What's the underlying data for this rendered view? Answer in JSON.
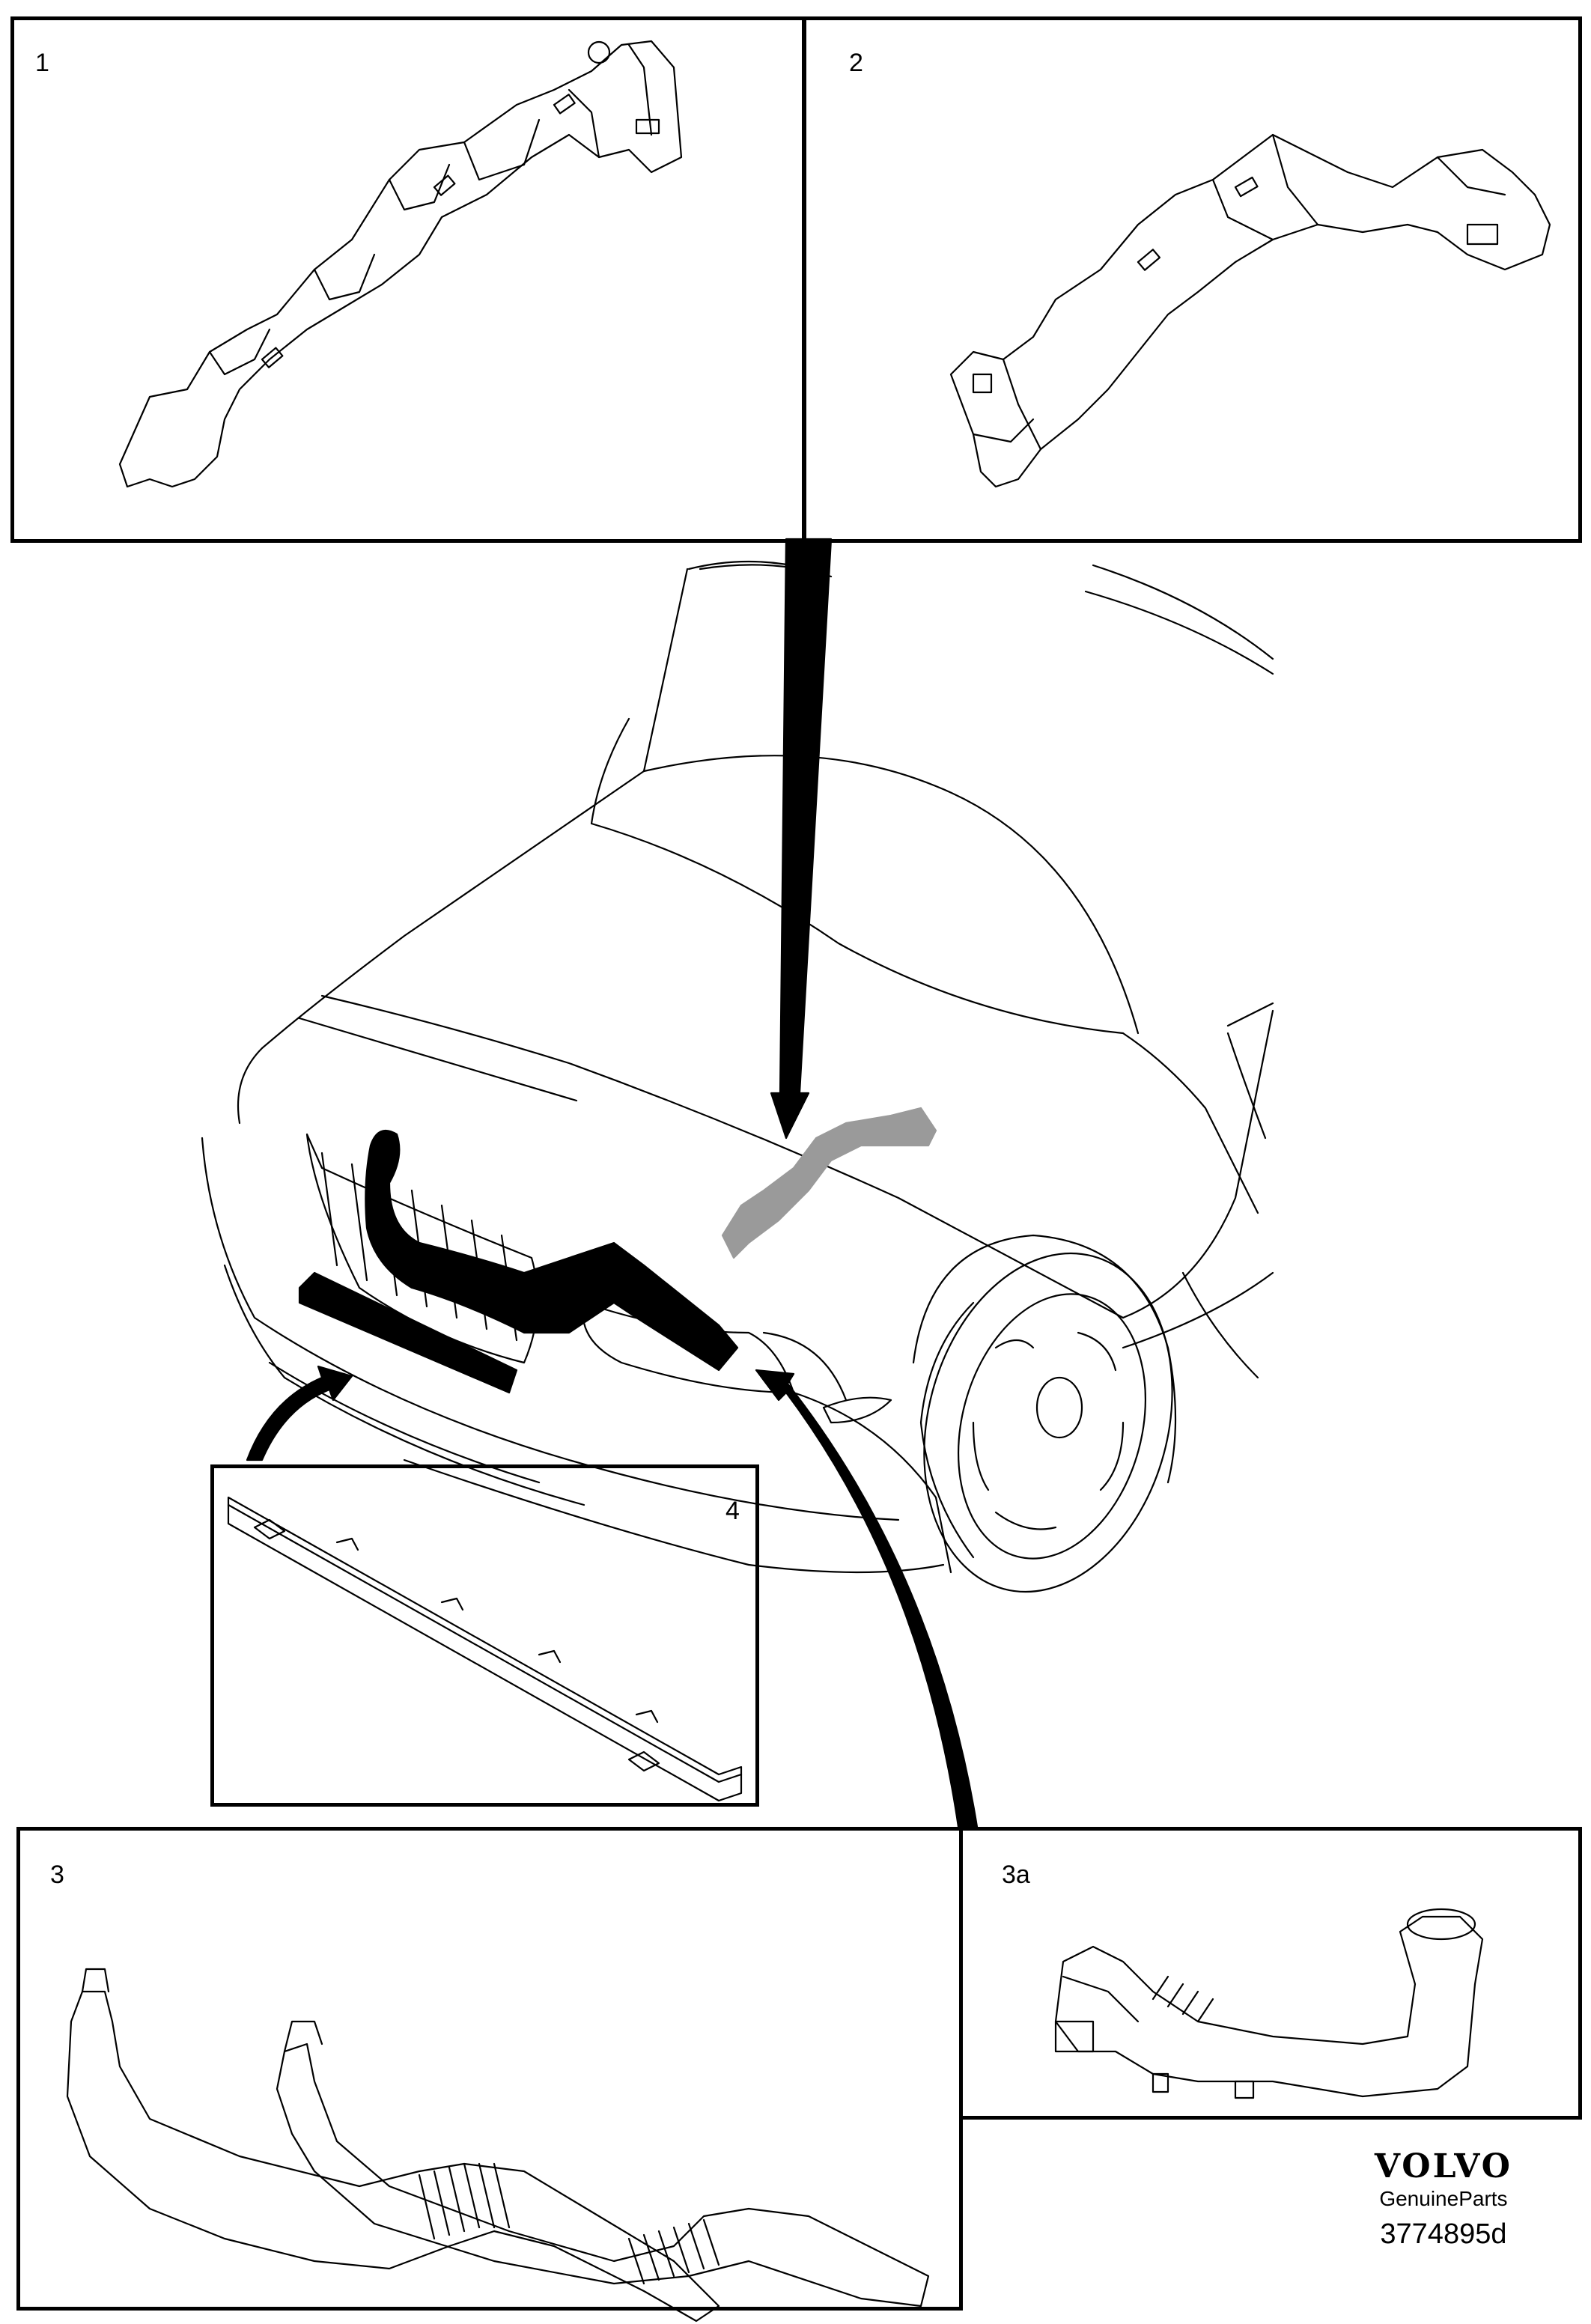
{
  "panels": {
    "p1": {
      "label": "1"
    },
    "p2": {
      "label": "2"
    },
    "p3": {
      "label": "3"
    },
    "p3a": {
      "label": "3a"
    },
    "p4": {
      "label": "4"
    }
  },
  "brand": {
    "logo": "VOLVO",
    "subtitle": "GenuineParts",
    "code": "3774895d"
  },
  "colors": {
    "line": "#000000",
    "highlight_part": "#000000",
    "ghost_part": "#9a9a9a",
    "background": "#ffffff"
  }
}
